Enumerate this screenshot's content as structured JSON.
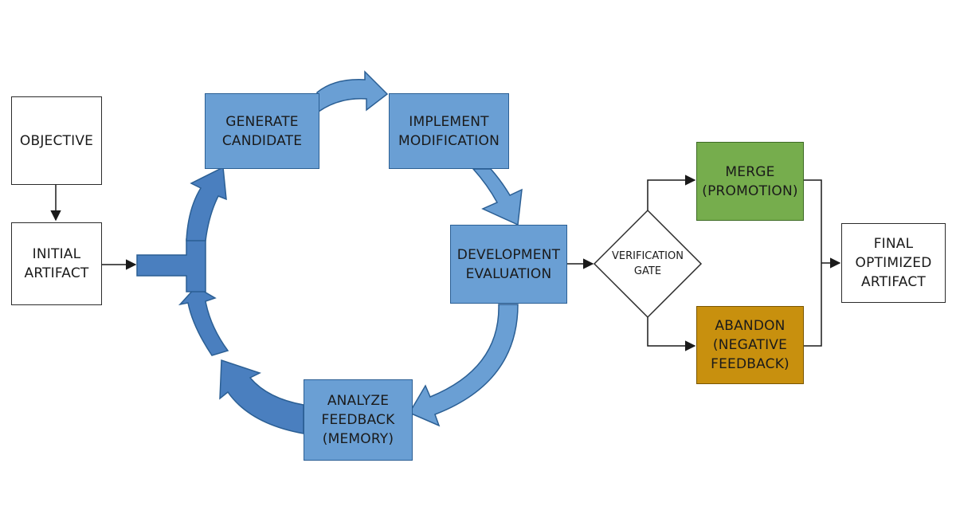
{
  "nodes": {
    "objective": "OBJECTIVE",
    "initial_artifact": "INITIAL\nARTIFACT",
    "generate_candidate": "GENERATE\nCANDIDATE",
    "implement_modification": "IMPLEMENT\nMODIFICATION",
    "development_evaluation": "DEVELOPMENT\nEVALUATION",
    "analyze_feedback": "ANALYZE\nFEEDBACK\n(MEMORY)",
    "verification_gate": "VERIFICATION\nGATE",
    "merge": "MERGE\n(PROMOTION)",
    "abandon": "ABANDON\n(NEGATIVE\nFEEDBACK)",
    "final_optimized_artifact": "FINAL\nOPTIMIZED\nARTIFACT"
  },
  "colors": {
    "loop_blue": "#6a9fd4",
    "loop_arrow": "#4a7fbf",
    "merge_green": "#76ad4d",
    "abandon_amber": "#c8900e",
    "line": "#1a1a1a"
  },
  "icons": {
    "arrowhead": "arrowhead-icon"
  }
}
